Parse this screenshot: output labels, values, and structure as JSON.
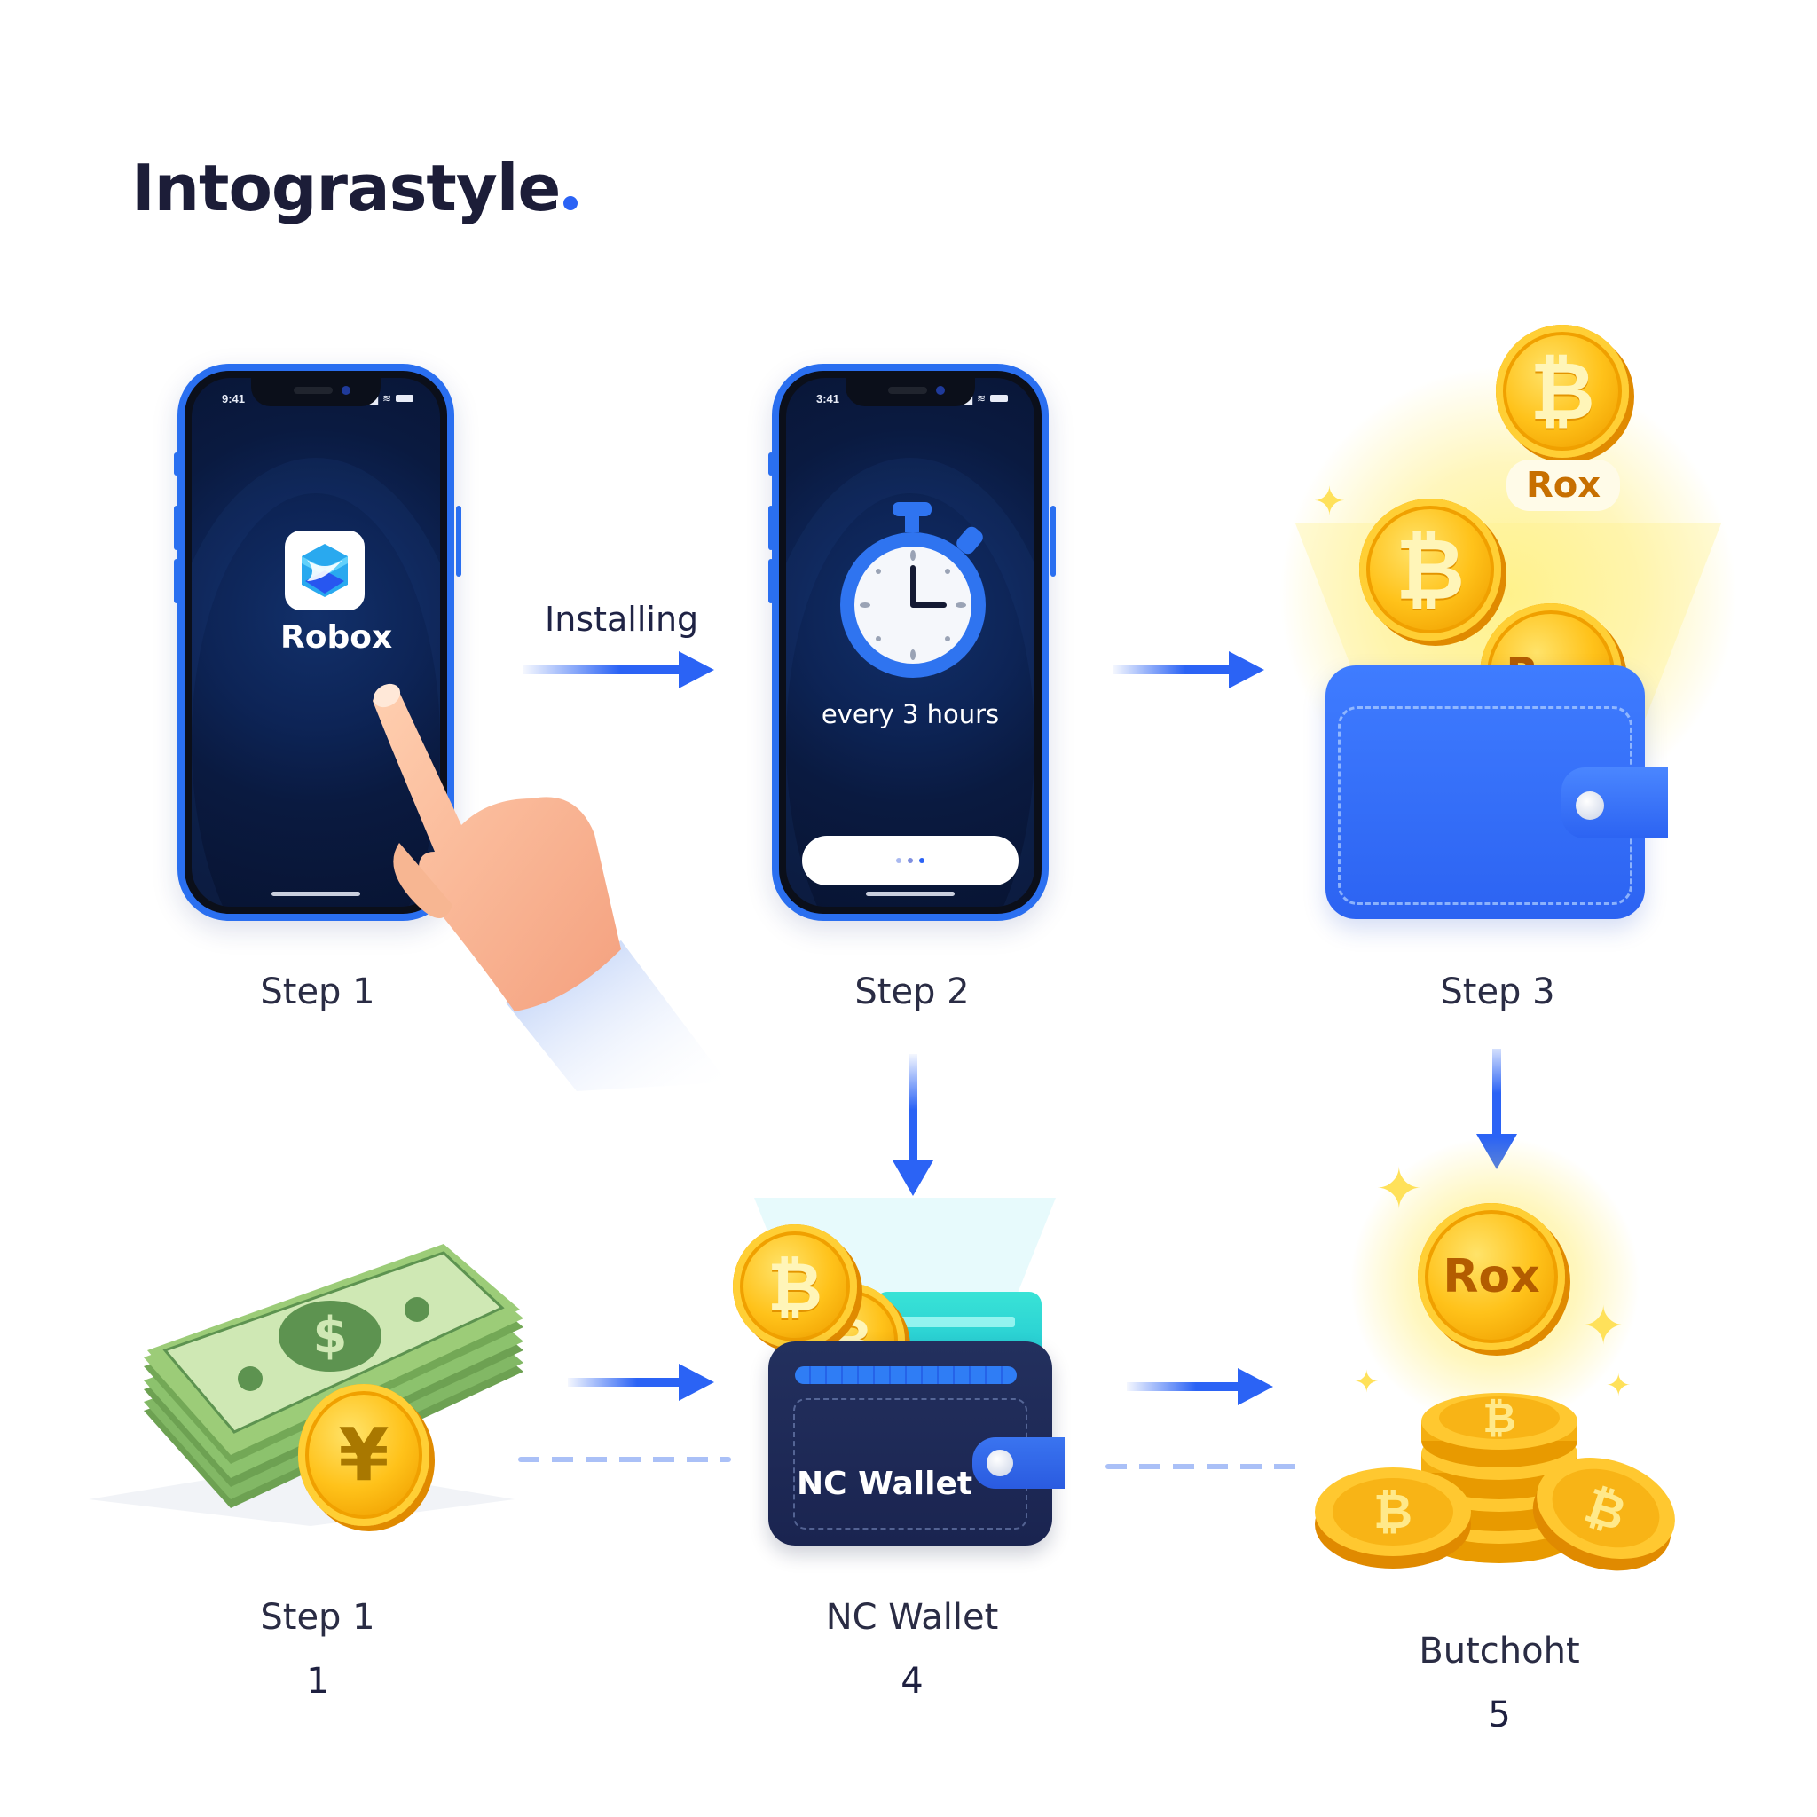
{
  "brand": {
    "name": "Intograstyle",
    "accent_dot_color": "#2b63f5"
  },
  "colors": {
    "primary_blue": "#2b63f5",
    "navy": "#1a2450",
    "gold": "#ffc21a",
    "cash_green": "#9ccc78",
    "text_dark": "#1e2040"
  },
  "top_row": {
    "step1": {
      "phone": {
        "status_time": "9:41",
        "app_icon": "cube-logo-icon",
        "app_name": "Robox",
        "gesture": "pointing-hand-icon"
      },
      "label": "Step 1"
    },
    "arrow1": {
      "caption": "Installing",
      "icon": "arrow-right-icon"
    },
    "step2": {
      "phone": {
        "status_time": "3:41",
        "icon": "stopwatch-icon",
        "caption": "every 3 hours",
        "loading_button": "loading-dots"
      },
      "label": "Step 2"
    },
    "arrow2": {
      "icon": "arrow-right-icon"
    },
    "step3": {
      "illustration": "wallet-with-coins",
      "coin_tags": [
        "Rox",
        "Rox"
      ],
      "label": "Step 3"
    }
  },
  "vertical_arrows": [
    {
      "from": "Step 2",
      "to": "NC Wallet",
      "icon": "arrow-down-icon"
    },
    {
      "from": "Step 3",
      "to": "Butchoht",
      "icon": "arrow-down-icon"
    }
  ],
  "bottom_row": {
    "item1": {
      "illustration": "cash-stack-with-yen-coin",
      "coin_symbol": "¥",
      "bill_symbol": "$",
      "label": "Step 1",
      "number": "1"
    },
    "arrow3": {
      "icon": "arrow-right-icon"
    },
    "item2": {
      "illustration": "navy-wallet",
      "wallet_text": "NC Wallet",
      "coin_symbol": "₿",
      "label": "NC Wallet",
      "number": "4"
    },
    "arrow4": {
      "icon": "arrow-right-icon"
    },
    "item3": {
      "illustration": "coin-stack",
      "featured_coin": "Rox",
      "coin_symbol": "₿",
      "label": "Butchoht",
      "number": "5"
    }
  }
}
